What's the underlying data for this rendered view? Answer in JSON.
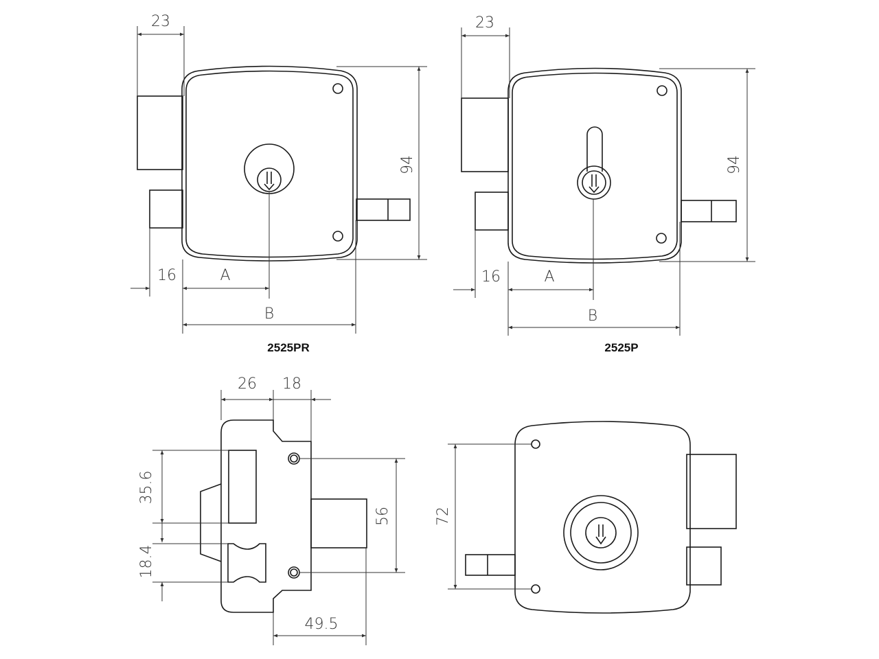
{
  "views": {
    "pr": {
      "model": "2525PR",
      "dim_width": "23",
      "dim_height": "94",
      "dim_offset": "16",
      "label_a": "A",
      "label_b": "B"
    },
    "p": {
      "model": "2525P",
      "dim_width": "23",
      "dim_height": "94",
      "dim_offset": "16",
      "label_a": "A",
      "label_b": "B"
    },
    "side": {
      "dim_a": "26",
      "dim_b": "18",
      "dim_bolt": "35.6",
      "dim_latch": "18.4",
      "dim_screws": "56",
      "dim_bolt_proj": "49.5"
    },
    "back": {
      "dim_screws": "72"
    }
  }
}
